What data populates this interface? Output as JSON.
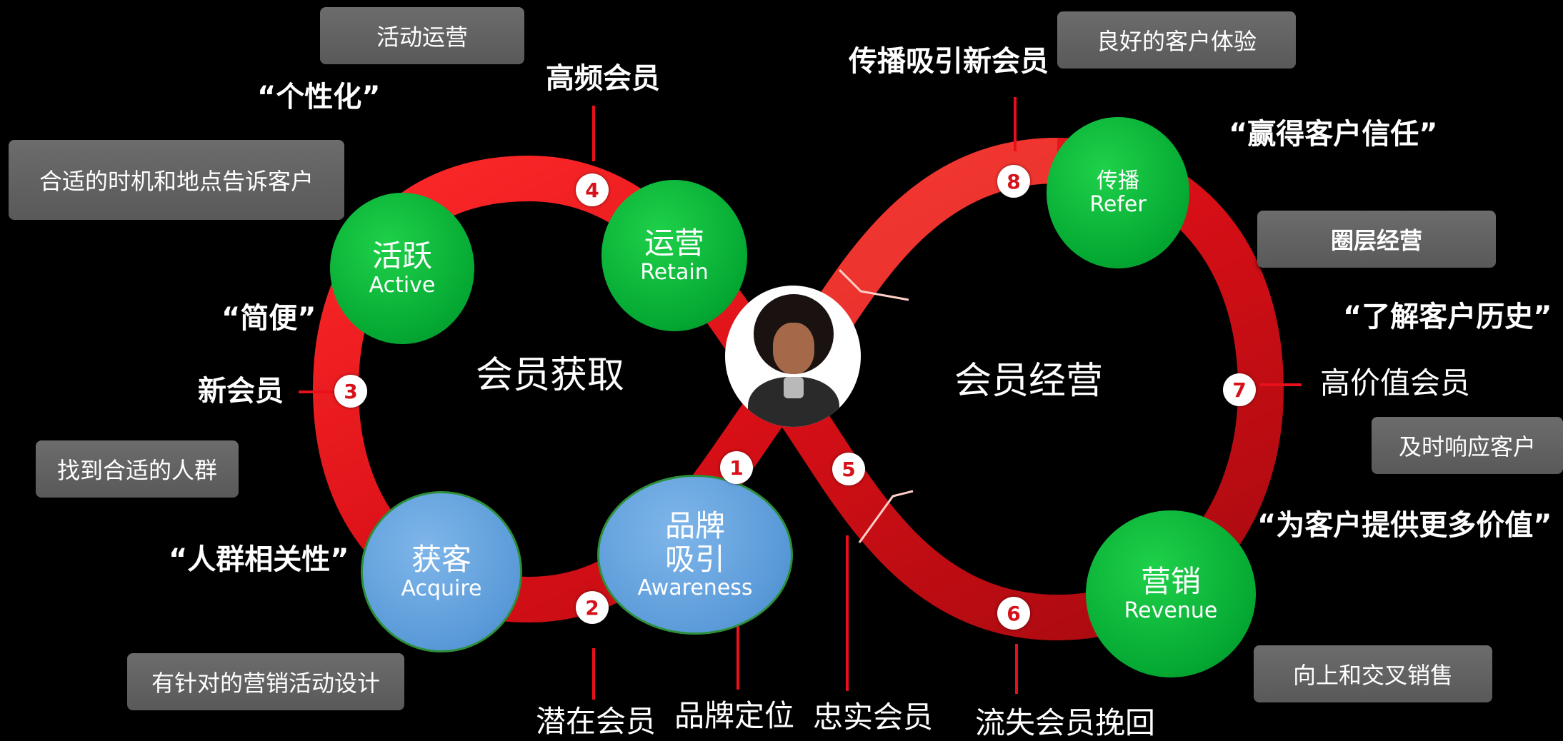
{
  "center_labels": {
    "left": "会员获取",
    "right": "会员经营"
  },
  "circles": {
    "active": {
      "cn": "活跃",
      "en": "Active"
    },
    "retain": {
      "cn": "运营",
      "en": "Retain"
    },
    "refer": {
      "cn": "传播",
      "en": "Refer"
    },
    "acquire": {
      "cn": "获客",
      "en": "Acquire"
    },
    "awareness": {
      "cn1": "品牌",
      "cn2": "吸引",
      "en": "Awareness"
    },
    "revenue": {
      "cn": "营销",
      "en": "Revenue"
    }
  },
  "badges": [
    "1",
    "2",
    "3",
    "4",
    "5",
    "6",
    "7",
    "8"
  ],
  "stage_labels": {
    "s1": "品牌定位",
    "s2": "潜在会员",
    "s3": "新会员",
    "s4": "高频会员",
    "s5": "忠实会员",
    "s6": "流失会员挽回",
    "s7": "高价值会员",
    "s8": "传播吸引新会员"
  },
  "quotes": {
    "personalized": "“个性化”",
    "simple": "“简便”",
    "relevance": "“人群相关性”",
    "trust": "“赢得客户信任”",
    "history": "“了解客户历史”",
    "value": "“为客户提供更多价值”"
  },
  "boxes": {
    "activity_ops": "活动运营",
    "right_time": "合适的时机和地点告诉客户",
    "find_crowd": "找到合适的人群",
    "targeted_design": "有针对的营销活动设计",
    "good_experience": "良好的客户体验",
    "circle_ops": "圈层经营",
    "timely_response": "及时响应客户",
    "upsell": "向上和交叉销售"
  },
  "colors": {
    "ribbon": "#d91018",
    "green": "#09b338",
    "blue": "#5a9ad8",
    "box": "#636363"
  }
}
